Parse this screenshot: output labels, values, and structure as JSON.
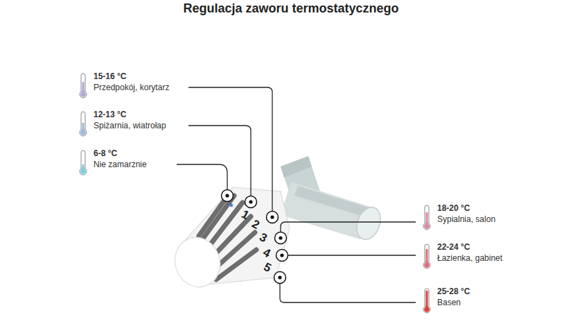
{
  "diagram": {
    "title": "Regulacja zaworu termostatycznego",
    "labels": [
      "15-16 °C",
      "Przedpokój, korytarz",
      "12-13 °C",
      "Spiżarnia, wiatrołap",
      "6-8 °C",
      "Nie zamarznie",
      "18-20 °C",
      "Sypialnia, salon",
      "22-24 °C",
      "Łazienka, gabinet",
      "25-28 °C",
      "Basen",
      "*",
      "1",
      "2",
      "3",
      "4",
      "5"
    ]
  }
}
